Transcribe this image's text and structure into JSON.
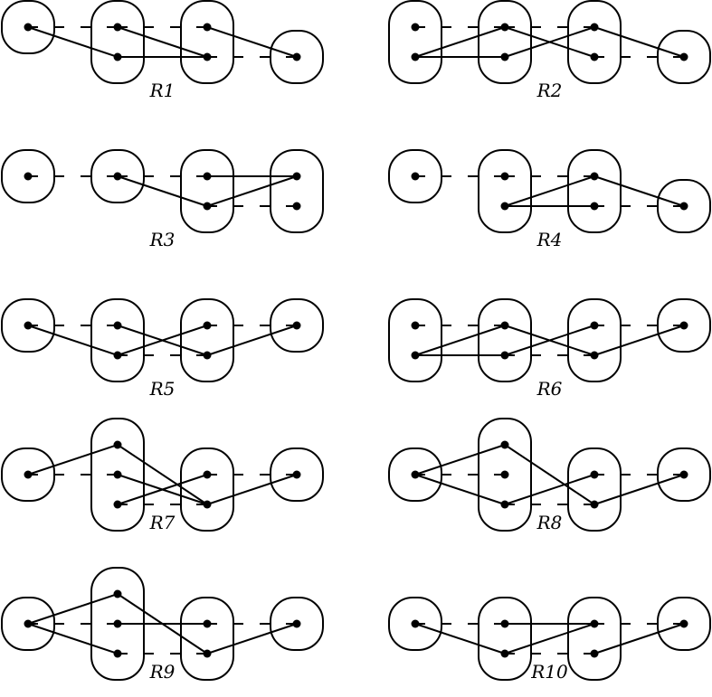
{
  "diagrams": [
    {
      "label": "R1",
      "boxes": [
        {
          "col": 0,
          "levels": [
            0
          ]
        },
        {
          "col": 1,
          "levels": [
            0,
            1
          ]
        },
        {
          "col": 2,
          "levels": [
            0,
            1
          ]
        },
        {
          "col": 3,
          "levels": [
            1
          ]
        }
      ],
      "edges": [
        [
          0,
          0,
          1,
          1
        ],
        [
          1,
          0,
          2,
          1
        ],
        [
          1,
          1,
          2,
          1
        ],
        [
          2,
          0,
          3,
          1
        ]
      ],
      "dashes": [
        [
          0,
          1,
          0
        ],
        [
          1,
          2,
          0
        ],
        [
          2,
          3,
          1
        ]
      ]
    },
    {
      "label": "R2",
      "boxes": [
        {
          "col": 0,
          "levels": [
            0,
            1
          ]
        },
        {
          "col": 1,
          "levels": [
            0,
            1
          ]
        },
        {
          "col": 2,
          "levels": [
            0,
            1
          ]
        },
        {
          "col": 3,
          "levels": [
            1
          ]
        }
      ],
      "edges": [
        [
          0,
          1,
          1,
          0
        ],
        [
          0,
          1,
          1,
          1
        ],
        [
          1,
          0,
          2,
          1
        ],
        [
          1,
          1,
          2,
          0
        ],
        [
          2,
          0,
          3,
          1
        ]
      ],
      "dashes": [
        [
          0,
          1,
          0
        ],
        [
          1,
          2,
          0
        ],
        [
          2,
          3,
          1
        ]
      ]
    },
    {
      "label": "R3",
      "boxes": [
        {
          "col": 0,
          "levels": [
            0
          ]
        },
        {
          "col": 1,
          "levels": [
            0
          ]
        },
        {
          "col": 2,
          "levels": [
            0,
            1
          ]
        },
        {
          "col": 3,
          "levels": [
            0,
            1
          ]
        }
      ],
      "edges": [
        [
          1,
          0,
          2,
          1
        ],
        [
          2,
          0,
          3,
          0
        ],
        [
          2,
          1,
          3,
          0
        ]
      ],
      "dashes": [
        [
          0,
          1,
          0
        ],
        [
          1,
          2,
          0
        ],
        [
          2,
          3,
          1
        ]
      ]
    },
    {
      "label": "R4",
      "boxes": [
        {
          "col": 0,
          "levels": [
            0
          ]
        },
        {
          "col": 1,
          "levels": [
            0,
            1
          ]
        },
        {
          "col": 2,
          "levels": [
            0,
            1
          ]
        },
        {
          "col": 3,
          "levels": [
            1
          ]
        }
      ],
      "edges": [
        [
          1,
          1,
          2,
          0
        ],
        [
          1,
          1,
          2,
          1
        ],
        [
          2,
          0,
          3,
          1
        ]
      ],
      "dashes": [
        [
          0,
          1,
          0
        ],
        [
          1,
          2,
          0
        ],
        [
          2,
          3,
          1
        ]
      ]
    },
    {
      "label": "R5",
      "boxes": [
        {
          "col": 0,
          "levels": [
            0
          ]
        },
        {
          "col": 1,
          "levels": [
            0,
            1
          ]
        },
        {
          "col": 2,
          "levels": [
            0,
            1
          ]
        },
        {
          "col": 3,
          "levels": [
            0
          ]
        }
      ],
      "edges": [
        [
          0,
          0,
          1,
          1
        ],
        [
          1,
          0,
          2,
          1
        ],
        [
          1,
          1,
          2,
          0
        ],
        [
          2,
          1,
          3,
          0
        ]
      ],
      "dashes": [
        [
          0,
          1,
          0
        ],
        [
          2,
          3,
          0
        ],
        [
          1,
          2,
          1
        ]
      ]
    },
    {
      "label": "R6",
      "boxes": [
        {
          "col": 0,
          "levels": [
            0,
            1
          ]
        },
        {
          "col": 1,
          "levels": [
            0,
            1
          ]
        },
        {
          "col": 2,
          "levels": [
            0,
            1
          ]
        },
        {
          "col": 3,
          "levels": [
            0
          ]
        }
      ],
      "edges": [
        [
          0,
          1,
          1,
          0
        ],
        [
          0,
          1,
          1,
          1
        ],
        [
          1,
          0,
          2,
          1
        ],
        [
          1,
          1,
          2,
          0
        ],
        [
          2,
          1,
          3,
          0
        ]
      ],
      "dashes": [
        [
          0,
          1,
          0
        ],
        [
          2,
          3,
          0
        ],
        [
          1,
          2,
          1
        ]
      ]
    },
    {
      "label": "R7",
      "boxes": [
        {
          "col": 0,
          "levels": [
            0
          ]
        },
        {
          "col": 1,
          "levels": [
            -1,
            0,
            1
          ]
        },
        {
          "col": 2,
          "levels": [
            0,
            1
          ]
        },
        {
          "col": 3,
          "levels": [
            0
          ]
        }
      ],
      "edges": [
        [
          0,
          0,
          1,
          -1
        ],
        [
          1,
          -1,
          2,
          1
        ],
        [
          1,
          0,
          2,
          1
        ],
        [
          1,
          1,
          2,
          0
        ],
        [
          2,
          1,
          3,
          0
        ]
      ],
      "dashes": [
        [
          0,
          1,
          0
        ],
        [
          2,
          3,
          0
        ],
        [
          1,
          2,
          1
        ]
      ]
    },
    {
      "label": "R8",
      "boxes": [
        {
          "col": 0,
          "levels": [
            0
          ]
        },
        {
          "col": 1,
          "levels": [
            -1,
            0,
            1
          ]
        },
        {
          "col": 2,
          "levels": [
            0,
            1
          ]
        },
        {
          "col": 3,
          "levels": [
            0
          ]
        }
      ],
      "edges": [
        [
          0,
          0,
          1,
          -1
        ],
        [
          0,
          0,
          1,
          1
        ],
        [
          1,
          -1,
          2,
          1
        ],
        [
          1,
          1,
          2,
          0
        ],
        [
          2,
          1,
          3,
          0
        ]
      ],
      "dashes": [
        [
          0,
          1,
          0
        ],
        [
          2,
          3,
          0
        ],
        [
          1,
          2,
          1
        ]
      ]
    },
    {
      "label": "R9",
      "boxes": [
        {
          "col": 0,
          "levels": [
            0
          ]
        },
        {
          "col": 1,
          "levels": [
            -1,
            0,
            1
          ]
        },
        {
          "col": 2,
          "levels": [
            0,
            1
          ]
        },
        {
          "col": 3,
          "levels": [
            0
          ]
        }
      ],
      "edges": [
        [
          0,
          0,
          1,
          -1
        ],
        [
          0,
          0,
          1,
          1
        ],
        [
          1,
          0,
          2,
          0
        ],
        [
          1,
          -1,
          2,
          1
        ],
        [
          2,
          1,
          3,
          0
        ]
      ],
      "dashes": [
        [
          0,
          1,
          0
        ],
        [
          2,
          3,
          0
        ],
        [
          1,
          2,
          1
        ]
      ]
    },
    {
      "label": "R10",
      "boxes": [
        {
          "col": 0,
          "levels": [
            0
          ]
        },
        {
          "col": 1,
          "levels": [
            0,
            1
          ]
        },
        {
          "col": 2,
          "levels": [
            0,
            1
          ]
        },
        {
          "col": 3,
          "levels": [
            0
          ]
        }
      ],
      "edges": [
        [
          0,
          0,
          1,
          1
        ],
        [
          1,
          0,
          2,
          0
        ],
        [
          1,
          1,
          2,
          0
        ],
        [
          2,
          1,
          3,
          0
        ]
      ],
      "dashes": [
        [
          0,
          1,
          0
        ],
        [
          2,
          3,
          0
        ],
        [
          1,
          2,
          1
        ]
      ]
    }
  ]
}
